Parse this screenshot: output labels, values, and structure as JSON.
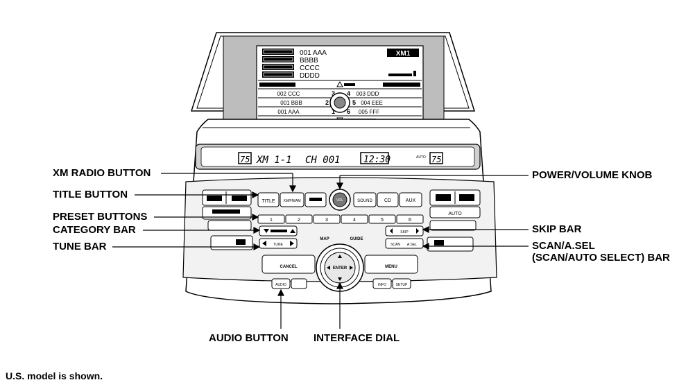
{
  "callouts": {
    "xm_radio_button": "XM RADIO BUTTON",
    "title_button": "TITLE BUTTON",
    "preset_buttons": "PRESET BUTTONS",
    "category_bar": "CATEGORY BAR",
    "tune_bar": "TUNE BAR",
    "power_volume_knob": "POWER/VOLUME KNOB",
    "skip_bar": "SKIP BAR",
    "scan_asel_bar_line1": "SCAN/A.SEL",
    "scan_asel_bar_line2": "(SCAN/AUTO SELECT) BAR",
    "audio_button": "AUDIO BUTTON",
    "interface_dial": "INTERFACE DIAL"
  },
  "footnote": "U.S. model is shown.",
  "screen": {
    "channel_line": "001 AAA",
    "category_line": "BBBB",
    "name_line": "CCCC",
    "title_line": "DDDD",
    "xm_badge": "XM1",
    "preset_rows": [
      {
        "left": "002 CCC",
        "num_left": "3",
        "num_right": "4",
        "right": "003 DDD"
      },
      {
        "left": "001 BBB",
        "num_left": "2",
        "num_right": "5",
        "right": "004 EEE"
      },
      {
        "left": "001 AAA",
        "num_left": "1",
        "num_right": "6",
        "right": "005 FFF"
      }
    ]
  },
  "lcd": {
    "band": "XM 1-1",
    "channel": "CH 001",
    "clock": "12:30",
    "temp_left": "75",
    "temp_right": "75",
    "auto_label": "AUTO"
  },
  "panel": {
    "title_label": "TITLE",
    "xm_label": "XM/FM/AM",
    "sound_label": "SOUND",
    "cd_label": "CD",
    "aux_label": "AUX",
    "preset_numbers": [
      "1",
      "2",
      "3",
      "4",
      "5",
      "6"
    ],
    "tune_label": "TUNE",
    "map_label": "MAP",
    "guide_label": "GUIDE",
    "cancel_label": "CANCEL",
    "menu_label": "MENU",
    "audio_label": "AUDIO",
    "info_label": "INFO",
    "setup_label": "SETUP",
    "enter_label": "ENTER",
    "scan_label": "SCAN",
    "asel_label": "A.SEL",
    "skip_label": "SKIP",
    "auto_label": "AUTO",
    "vol_label": "VOL"
  }
}
